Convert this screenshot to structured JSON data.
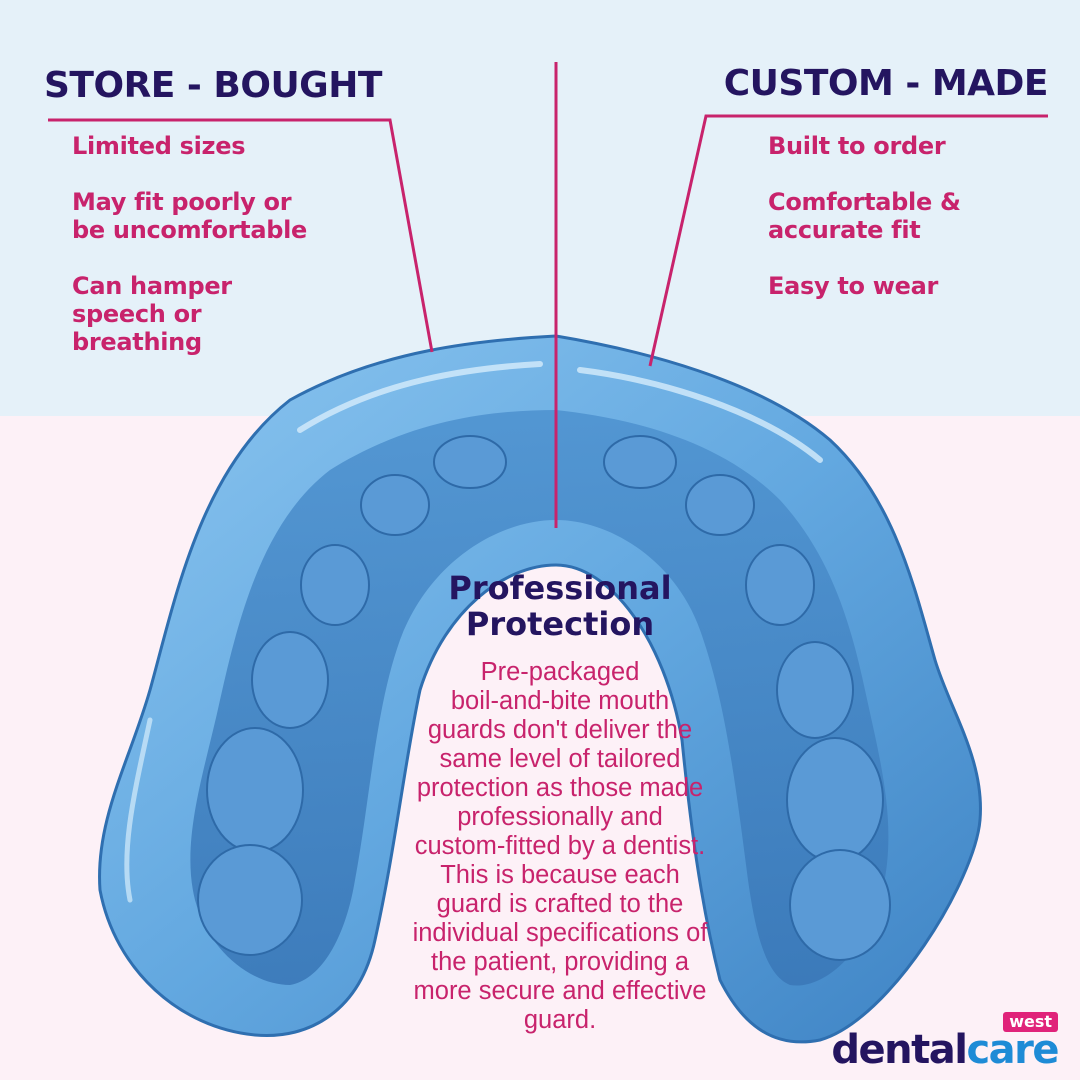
{
  "left": {
    "title": "STORE - BOUGHT",
    "features": [
      {
        "line1": "Limited sizes",
        "line2": "",
        "line3": ""
      },
      {
        "line1": "May fit poorly or",
        "line2": "be uncomfortable",
        "line3": ""
      },
      {
        "line1": "Can hamper",
        "line2": "speech or",
        "line3": "breathing"
      }
    ]
  },
  "right": {
    "title": "CUSTOM - MADE",
    "features": [
      {
        "line1": "Built to order",
        "line2": ""
      },
      {
        "line1": "Comfortable &",
        "line2": "accurate fit"
      },
      {
        "line1": "Easy to wear",
        "line2": ""
      }
    ]
  },
  "center": {
    "title_line1": "Professional",
    "title_line2": "Protection",
    "body_lines": [
      "Pre-packaged",
      "boil-and-bite mouth",
      "guards don't deliver the",
      "same level of tailored",
      "protection as those made",
      "professionally and",
      "custom-fitted by a dentist.",
      "This is because each",
      "guard is crafted to the",
      "individual specifications of",
      "the patient, providing a",
      "more secure and effective",
      "guard."
    ]
  },
  "logo": {
    "tag": "west",
    "word_dental": "dental",
    "word_care": "care"
  },
  "colors": {
    "navy": "#241560",
    "magenta": "#c8236c",
    "top_background": "#e5f1f9",
    "bottom_background": "#fdf1f7",
    "guard_blue": "#6fb3e6",
    "logo_blue": "#1e8bd6"
  }
}
